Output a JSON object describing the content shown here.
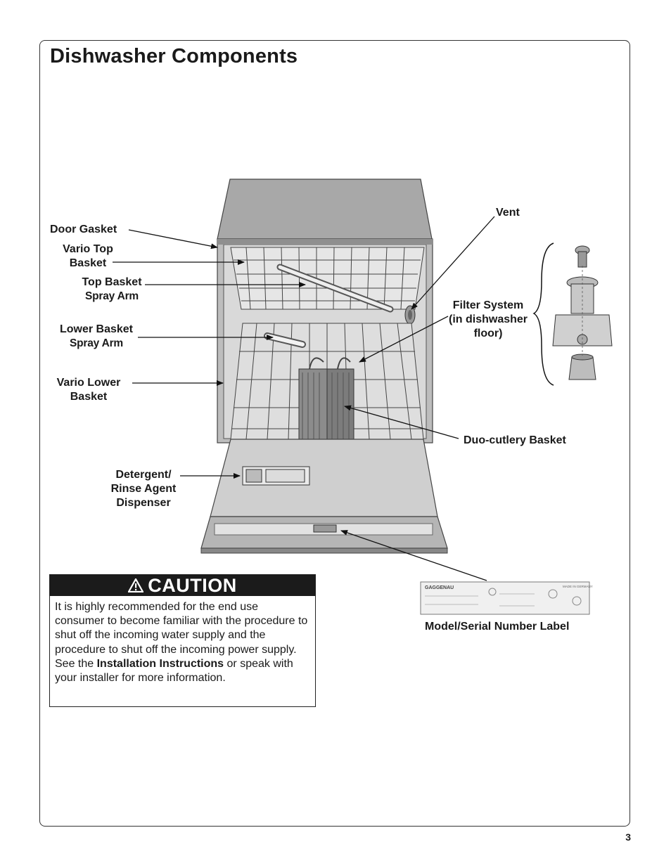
{
  "page": {
    "title": "Dishwasher Components",
    "page_number": "3"
  },
  "labels": {
    "door_gasket": "Door  Gasket",
    "vario_top_basket_1": "Vario Top",
    "vario_top_basket_2": "Basket",
    "top_basket_spray_arm_1": "Top  Basket",
    "top_basket_spray_arm_2": "Spray Arm",
    "lower_basket_spray_arm_1": "Lower  Basket",
    "lower_basket_spray_arm_2": "Spray Arm",
    "vario_lower_basket_1": "Vario Lower",
    "vario_lower_basket_2": "Basket",
    "detergent_1": "Detergent/",
    "detergent_2": "Rinse Agent",
    "detergent_3": "Dispenser",
    "vent": "Vent",
    "filter_system_1": "Filter System",
    "filter_system_2": "(in dishwasher",
    "filter_system_3": "floor)",
    "duo_cutlery_basket": "Duo-cutlery  Basket",
    "model_serial_label": "Model/Serial  Number  Label"
  },
  "caution": {
    "heading": "CAUTION",
    "text_1": "It is highly recommended for the end use consumer to become familiar with the procedure to shut off the incoming water supply and the procedure to shut off the incoming power supply. See the ",
    "bold_1": "Installation Instructions",
    "text_2": " or speak with your installer for more information."
  },
  "rating_plate": {
    "brand": "GAGGENAU",
    "made_in": "MADE IN GERMANY"
  },
  "colors": {
    "cabinet_gray": "#a9a9a9",
    "tub_gray": "#cfcfcf",
    "caution_black": "#1b1b1b"
  }
}
